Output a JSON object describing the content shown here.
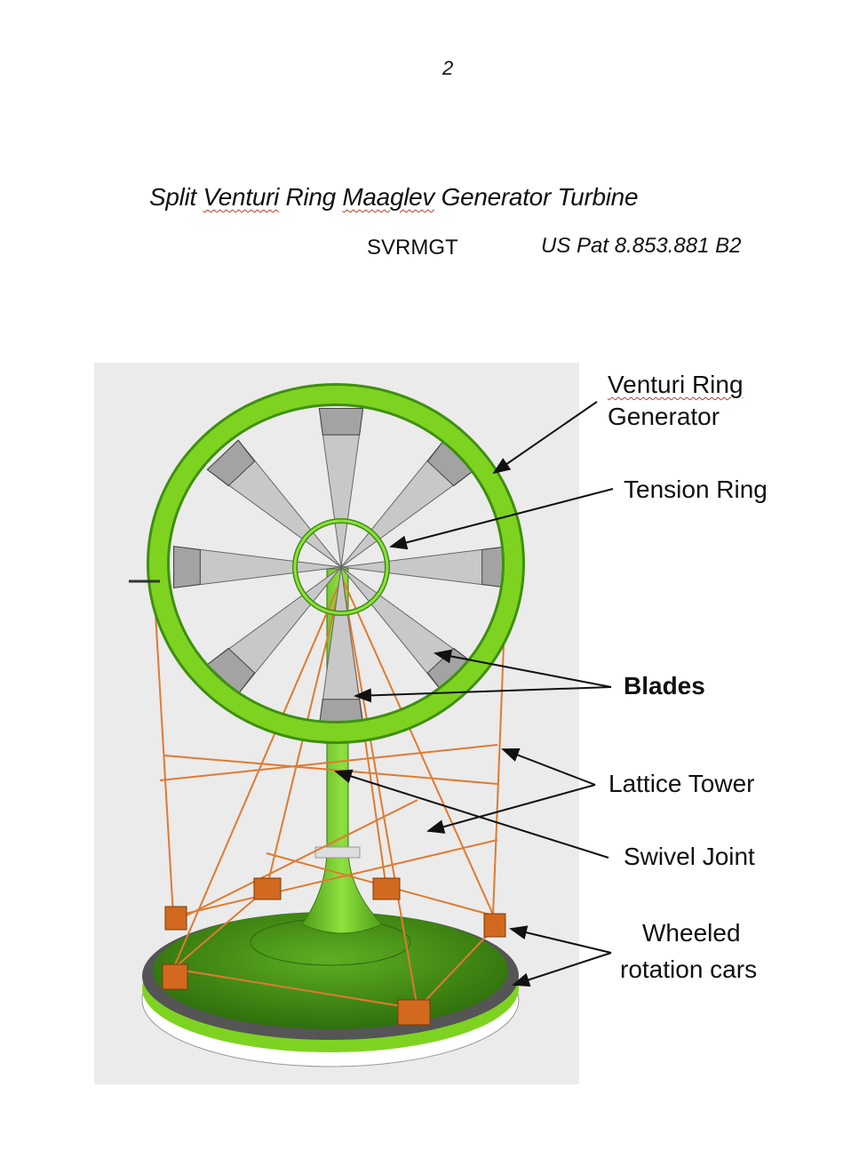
{
  "page_number": "2",
  "title": {
    "part1": "Split ",
    "word_venturi": "Venturi",
    "part2": " Ring ",
    "word_maaglev": "Maaglev",
    "part3": " Generator Turbine"
  },
  "abbreviation": "SVRMGT",
  "patent": "US Pat 8.853.881 B2",
  "figure": {
    "labels": {
      "venturi_ring_line1": "Venturi Ring",
      "venturi_ring_line2": "Generator",
      "tension_ring": "Tension Ring",
      "blades": "Blades",
      "lattice_tower": "Lattice Tower",
      "swivel_joint": "Swivel Joint",
      "wheeled_line1": "Wheeled",
      "wheeled_line2": "rotation cars"
    },
    "colors": {
      "ring": "#7ed321",
      "ring_dark": "#3f8f10",
      "lattice": "#e07a30",
      "cars": "#d2691e",
      "blade": "#c8c8c8",
      "background": "#ebebeb"
    }
  }
}
